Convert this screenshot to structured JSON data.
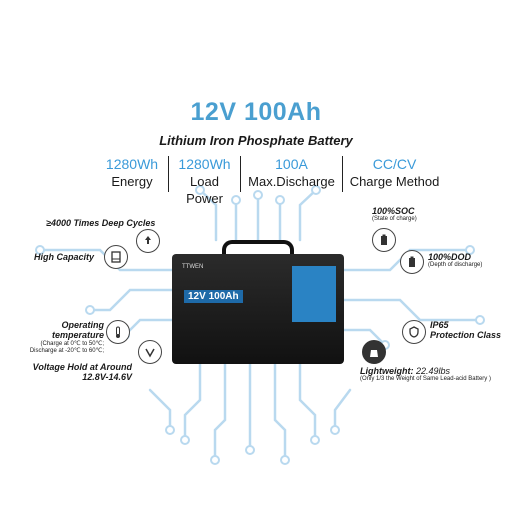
{
  "header": {
    "title": "12V 100Ah",
    "subtitle": "Lithium Iron Phosphate Battery"
  },
  "specs": [
    {
      "value": "1280Wh",
      "label": "Energy"
    },
    {
      "value": "1280Wh",
      "label": "Load Power"
    },
    {
      "value": "100A",
      "label": "Max.Discharge"
    },
    {
      "value": "CC/CV",
      "label": "Charge Method"
    }
  ],
  "features": {
    "cycles": "≥4000 Times Deep Cycles",
    "capacity": "High Capacity",
    "temp_title": "Operating temperature",
    "temp_charge": "(Charge at 0℃ to 50℃;",
    "temp_discharge": "Discharge at -20℃ to 60℃;",
    "voltage_title": "Voltage Hold at Around",
    "voltage_value": "12.8V-14.6V",
    "soc_title": "100%SOC",
    "soc_sub": "(State of charge)",
    "dod_title": "100%DOD",
    "dod_sub": "(Depth of discharge)",
    "ip_title": "IP65",
    "ip_sub": "Protection Class",
    "weight_title": "Lightweight:",
    "weight_value": "22.49lbs",
    "weight_sub": "(Only 1/3 the Weight of Same Lead-acid Battery )"
  },
  "product": {
    "brand": "TTWEN",
    "model": "12V 100Ah"
  },
  "icons": [
    "recycle-icon",
    "capacity-icon",
    "thermometer-icon",
    "voltage-icon",
    "battery-icon",
    "battery-full-icon",
    "shield-icon",
    "weight-icon"
  ],
  "colors": {
    "accent": "#4a9fd0",
    "circuit": "#b9d9ef"
  }
}
